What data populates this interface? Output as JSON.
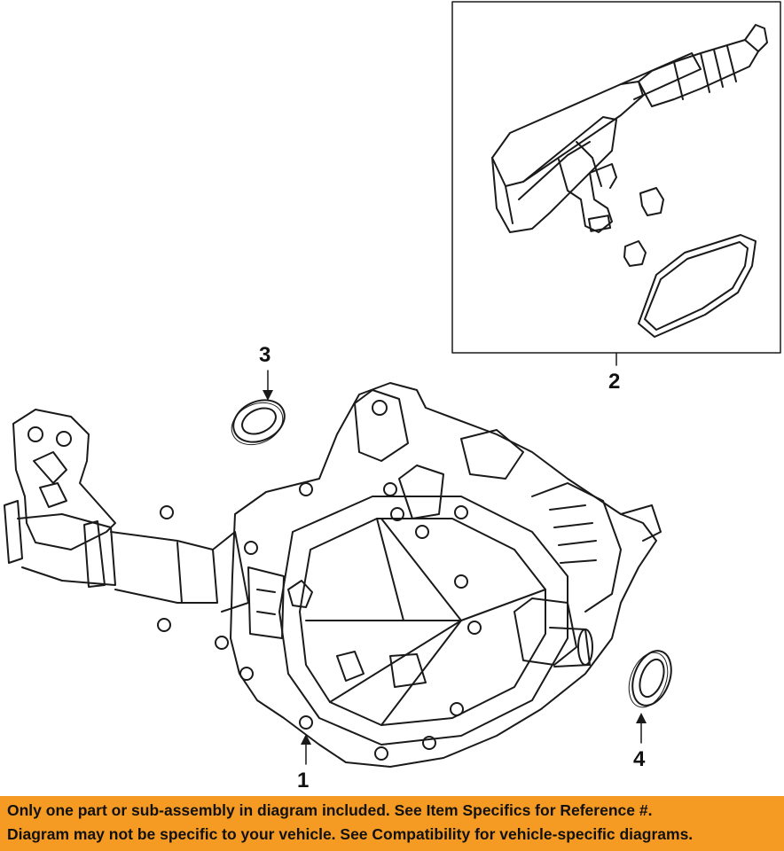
{
  "diagram": {
    "callouts": [
      {
        "id": "callout-1",
        "label": "1"
      },
      {
        "id": "callout-2",
        "label": "2"
      },
      {
        "id": "callout-3",
        "label": "3"
      },
      {
        "id": "callout-4",
        "label": "4"
      }
    ]
  },
  "banner": {
    "background_color": "#f59a23",
    "line1": "Only one part or sub-assembly in diagram included. See Item Specifics for Reference #.",
    "line2": "Diagram may not be specific to your vehicle. See Compatibility for vehicle-specific diagrams."
  }
}
